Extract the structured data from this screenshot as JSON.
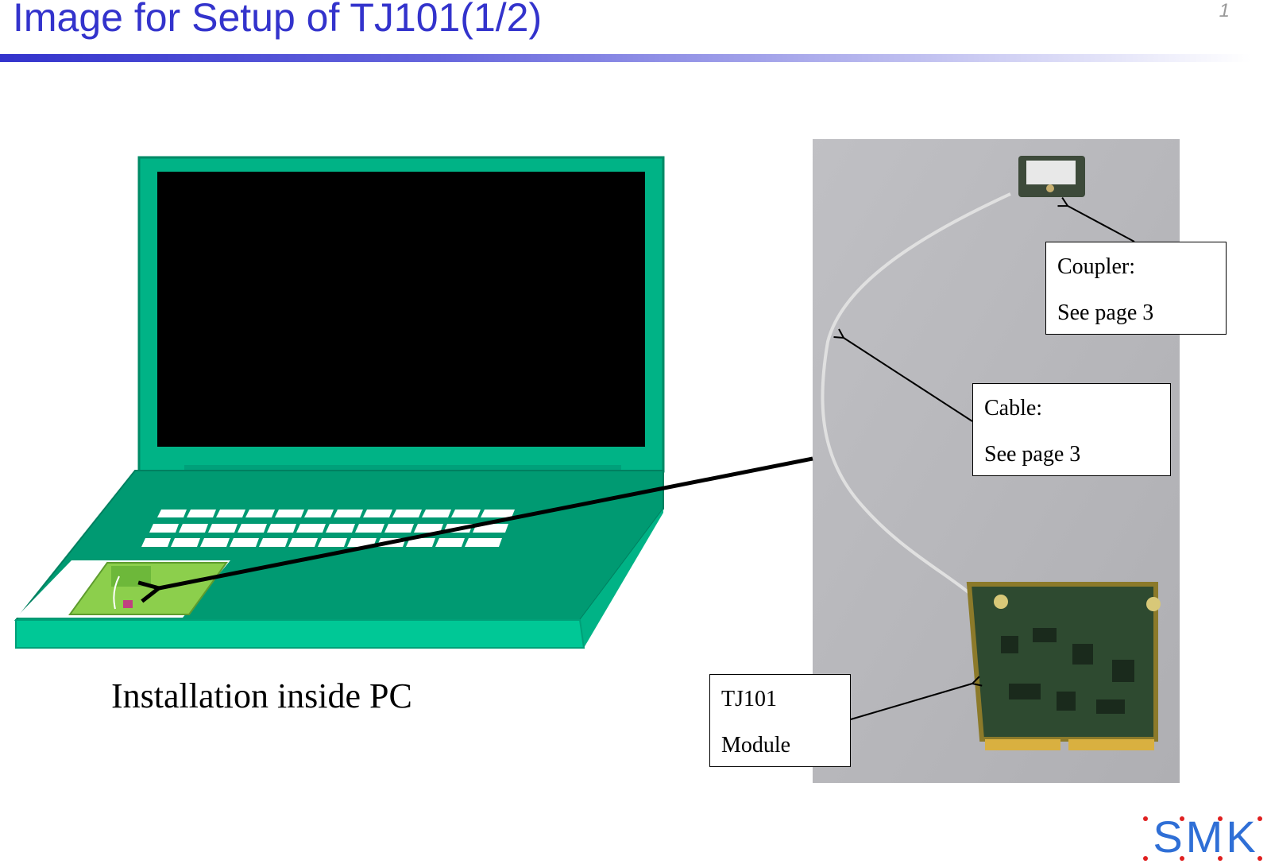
{
  "slide": {
    "title": "Image for Setup of TJ101(1/2)",
    "page_number": "1"
  },
  "caption": "Installation inside PC",
  "callouts": {
    "coupler": {
      "line1": "Coupler:",
      "line2": "See page 3"
    },
    "cable": {
      "line1": "Cable:",
      "line2": "See page 3"
    },
    "module": {
      "line1": "TJ101",
      "line2": "Module"
    }
  },
  "logo": {
    "text": "SMK"
  },
  "colors": {
    "title": "#3333cc",
    "laptop_green": "#00a878",
    "laptop_light": "#00c896",
    "board_green": "#8ccf4c",
    "logo_blue": "#2f6fd6",
    "logo_dots": "#e02020"
  }
}
